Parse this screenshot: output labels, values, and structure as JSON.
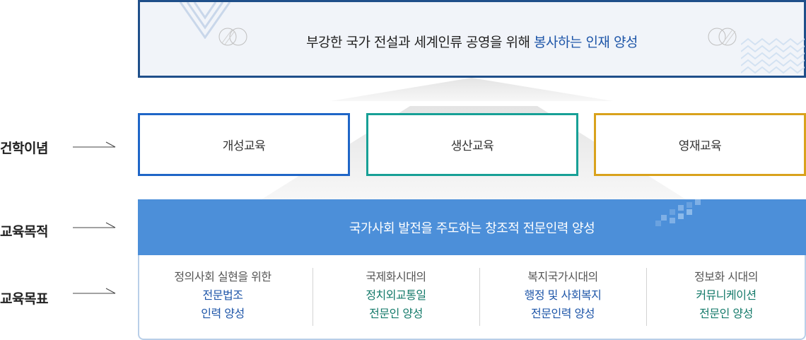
{
  "side_labels": {
    "philosophy": "건학이념",
    "purpose": "교육목적",
    "objectives": "교육목표"
  },
  "vision": {
    "text_prefix": "부강한 국가 전설과 세계인류 공영을 위해 ",
    "text_highlight": "봉사하는 인재 양성"
  },
  "ideals": [
    {
      "label": "개성교육",
      "color": "#1f66c7"
    },
    {
      "label": "생산교육",
      "color": "#17a096"
    },
    {
      "label": "영재교육",
      "color": "#d9a21c"
    }
  ],
  "purpose": {
    "text": "국가사회 발전을 주도하는 창조적 전문인력 양성"
  },
  "objectives": [
    {
      "intro": "정의사회 실현을 위한",
      "line2": "전문법조",
      "line3": "인력 양성",
      "color": "#1d55a8"
    },
    {
      "intro": "국제화시대의",
      "line2": "정치외교통일",
      "line3": "전문인 양성",
      "color": "#147a6a"
    },
    {
      "intro": "복지국가시대의",
      "line2": "행정 및 사회복지",
      "line3": "전문인력 양성",
      "color": "#1d55a8"
    },
    {
      "intro": "정보화 시대의",
      "line2": "커뮤니케이션",
      "line3": "전문인 양성",
      "color": "#147a6a"
    }
  ],
  "colors": {
    "navy": "#1f4f8a",
    "band": "#4c8fd9",
    "blue_text": "#1d55a8",
    "teal_text": "#147a6a"
  }
}
